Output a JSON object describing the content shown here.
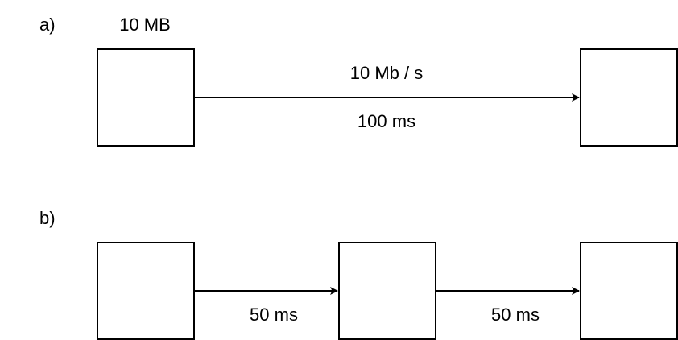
{
  "part_a": {
    "label": "a)",
    "size_label": "10 MB",
    "link_rate": "10 Mb / s",
    "link_delay": "100 ms"
  },
  "part_b": {
    "label": "b)",
    "link1_delay": "50 ms",
    "link2_delay": "50 ms"
  },
  "colors": {
    "stroke": "#000000",
    "background": "#ffffff"
  }
}
